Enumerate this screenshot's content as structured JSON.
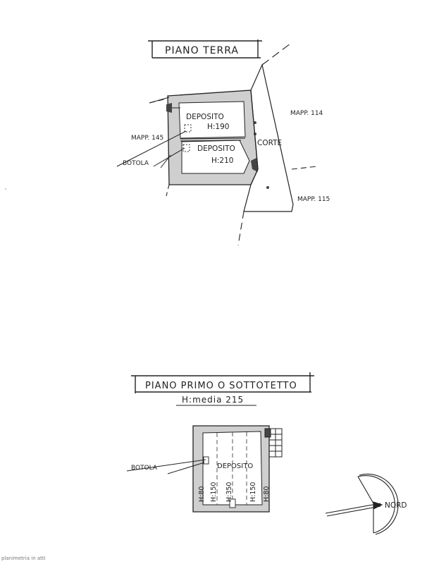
{
  "ground_floor": {
    "title": "PIANO TERRA",
    "rooms": [
      {
        "name": "DEPOSITO",
        "height": "H:190"
      },
      {
        "name": "DEPOSITO",
        "height": "H:210"
      }
    ],
    "courtyard": "CORTE",
    "parcels": {
      "mapp_114": "MAPP. 114",
      "mapp_145": "MAPP. 145",
      "mapp_115": "MAPP. 115"
    },
    "hatch": "BOTOLA"
  },
  "first_floor": {
    "title": "PIANO PRIMO O SOTTOTETTO",
    "subtitle": "H:media  215",
    "room": "DEPOSITO",
    "hatch": "BOTOLA",
    "heights": [
      "H:80",
      "H:150",
      "H:350",
      "H:150",
      "H:80"
    ]
  },
  "north": "NORD",
  "footer_note": "planimetria in atti"
}
